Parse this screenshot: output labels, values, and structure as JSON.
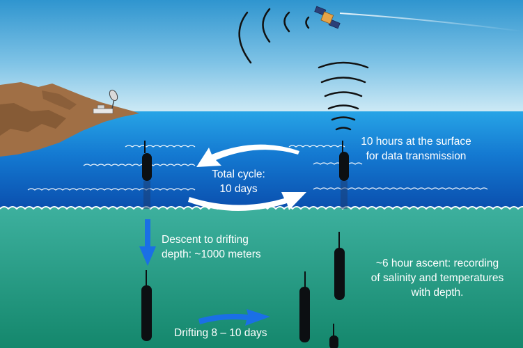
{
  "labels": {
    "surface_1": "10 hours at the surface",
    "surface_2": "for data transmission",
    "cycle_1": "Total cycle:",
    "cycle_2": "10 days",
    "descent_1": "Descent to drifting",
    "descent_2": "depth: ~1000 meters",
    "ascent_1": "~6 hour ascent: recording",
    "ascent_2": "of salinity and temperatures",
    "ascent_3": "with depth.",
    "drift": "Drifting 8 – 10 days"
  },
  "colors": {
    "sky_top": "#2f95cf",
    "sky_bottom": "#cfeaf5",
    "ocean_surface": "#1d8ad6",
    "ocean_mid": "#0b52b0",
    "deep_sea_top": "#3aaa9a",
    "deep_sea_bottom": "#158a6e",
    "land": "#9e7046",
    "float": "#0c0f12",
    "arrow_blue": "#1a6fe6",
    "text": "#ffffff"
  },
  "icons": [
    "satellite-icon",
    "satellite-dish-icon",
    "signal-waves-icon",
    "argo-float-icon"
  ]
}
